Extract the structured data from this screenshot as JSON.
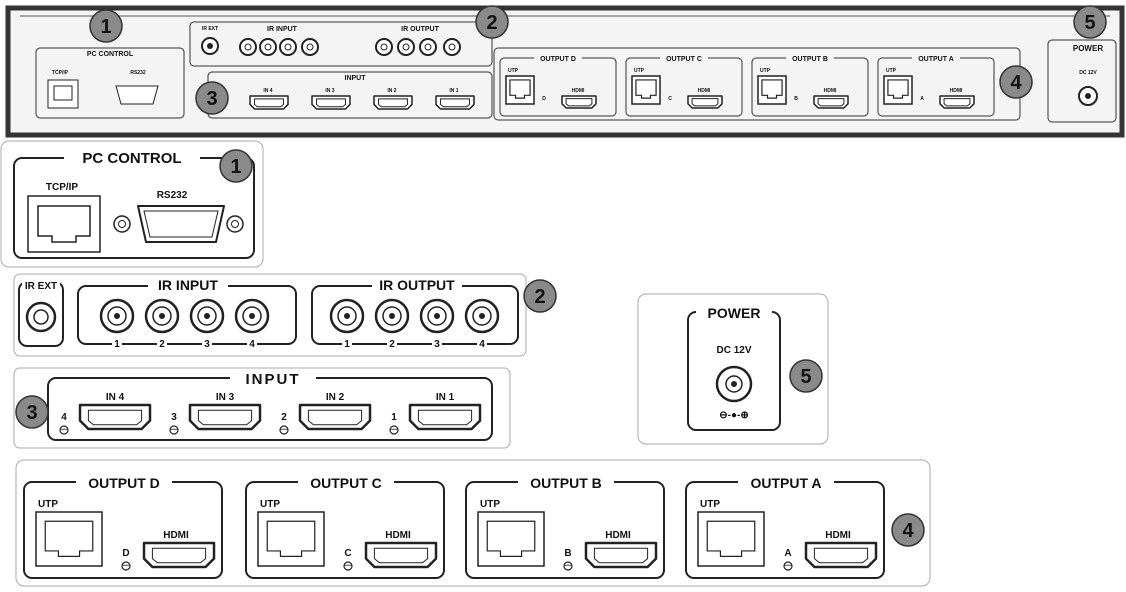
{
  "callouts": [
    "1",
    "2",
    "3",
    "4",
    "5"
  ],
  "pc_control": {
    "title": "PC CONTROL",
    "tcpip": "TCP/IP",
    "rs232": "RS232"
  },
  "ir": {
    "ext": "IR EXT",
    "input_title": "IR INPUT",
    "output_title": "IR OUTPUT",
    "numbers": [
      "1",
      "2",
      "3",
      "4"
    ]
  },
  "input": {
    "title": "INPUT",
    "ports": [
      {
        "label": "IN 4",
        "led": "4"
      },
      {
        "label": "IN 3",
        "led": "3"
      },
      {
        "label": "IN 2",
        "led": "2"
      },
      {
        "label": "IN 1",
        "led": "1"
      }
    ]
  },
  "outputs": [
    {
      "title": "OUTPUT D",
      "utp": "UTP",
      "hdmi": "HDMI",
      "led": "D"
    },
    {
      "title": "OUTPUT C",
      "utp": "UTP",
      "hdmi": "HDMI",
      "led": "C"
    },
    {
      "title": "OUTPUT B",
      "utp": "UTP",
      "hdmi": "HDMI",
      "led": "B"
    },
    {
      "title": "OUTPUT A",
      "utp": "UTP",
      "hdmi": "HDMI",
      "led": "A"
    }
  ],
  "power": {
    "title": "POWER",
    "dc": "DC 12V",
    "polarity": "⊖-●-⊕"
  },
  "icons": [
    "rj45-port-icon",
    "db9-serial-port-icon",
    "ir-jack-icon",
    "hdmi-port-icon",
    "dc-power-jack-icon",
    "led-indicator-icon"
  ],
  "colors": {
    "panel_border": "#333333",
    "callout_fill": "#8a8a8a",
    "strip_bg": "#f4f4f4"
  }
}
